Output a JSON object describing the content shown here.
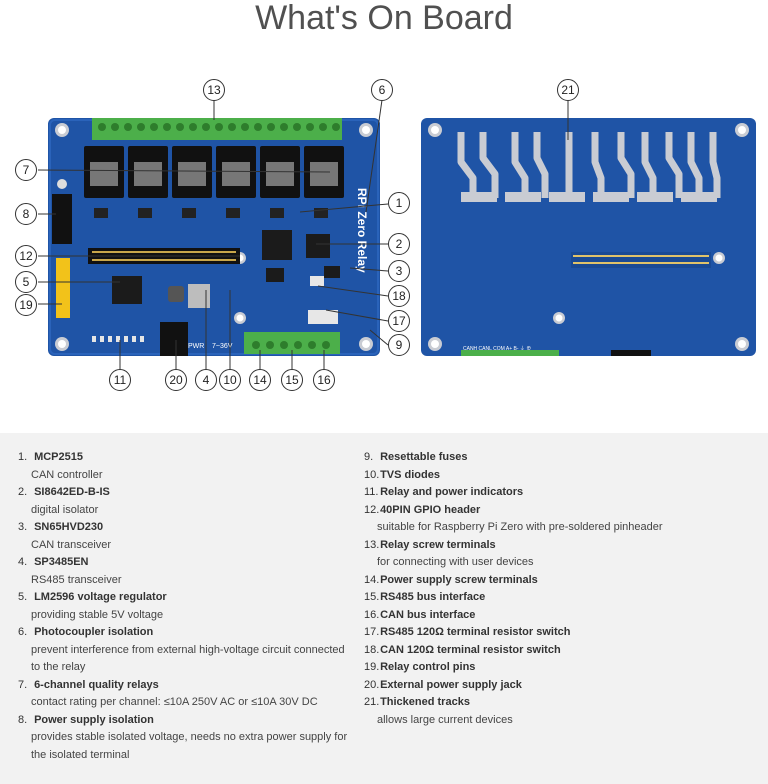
{
  "title": "What's On Board",
  "board_labels": {
    "rpi_zero_relay": "RPi Zero Relay",
    "pwr": "PWR",
    "voltage": "7~36V",
    "back_terminals": "CANH CANL COM A+ B- ⏚ ⊕"
  },
  "callouts": [
    "1",
    "2",
    "3",
    "4",
    "5",
    "6",
    "7",
    "8",
    "9",
    "10",
    "11",
    "12",
    "13",
    "14",
    "15",
    "16",
    "17",
    "18",
    "19",
    "20",
    "21"
  ],
  "left_items": [
    {
      "num": "1.",
      "title": "MCP2515",
      "lines": [
        "CAN controller"
      ]
    },
    {
      "num": "2.",
      "title": "SI8642ED-B-IS",
      "lines": [
        "digital isolator"
      ]
    },
    {
      "num": "3.",
      "title": "SN65HVD230",
      "lines": [
        "CAN transceiver"
      ]
    },
    {
      "num": "4.",
      "title": "SP3485EN",
      "lines": [
        "RS485 transceiver"
      ]
    },
    {
      "num": "5.",
      "title": "LM2596 voltage regulator",
      "lines": [
        "providing stable 5V voltage"
      ]
    },
    {
      "num": "6.",
      "title": "Photocoupler isolation",
      "lines": [
        "prevent interference from external high-voltage circuit connected",
        "to the relay"
      ]
    },
    {
      "num": "7.",
      "title": "6-channel quality relays",
      "lines": [
        "contact rating per channel: ≤10A 250V AC or ≤10A 30V DC"
      ]
    },
    {
      "num": "8.",
      "title": "Power supply isolation",
      "lines": [
        "provides stable isolated voltage, needs no extra power supply for",
        "the isolated terminal"
      ]
    }
  ],
  "right_items": [
    {
      "num": "9.",
      "title": "Resettable fuses",
      "lines": []
    },
    {
      "num": "10.",
      "title": "TVS diodes",
      "lines": []
    },
    {
      "num": "11.",
      "title": "Relay and power indicators",
      "lines": []
    },
    {
      "num": "12.",
      "title": "40PIN GPIO header",
      "lines": [
        "suitable for Raspberry Pi Zero with pre-soldered pinheader"
      ]
    },
    {
      "num": "13.",
      "title": "Relay screw terminals",
      "lines": [
        "for connecting with user devices"
      ]
    },
    {
      "num": "14.",
      "title": "Power supply screw terminals",
      "lines": []
    },
    {
      "num": "15.",
      "title": "RS485 bus interface",
      "lines": []
    },
    {
      "num": "16.",
      "title": "CAN bus interface",
      "lines": []
    },
    {
      "num": "17.",
      "title": "RS485 120Ω terminal resistor switch",
      "lines": []
    },
    {
      "num": "18.",
      "title": "CAN 120Ω terminal resistor switch",
      "lines": []
    },
    {
      "num": "19.",
      "title": "Relay control pins",
      "lines": []
    },
    {
      "num": "20.",
      "title": "External power supply jack",
      "lines": []
    },
    {
      "num": "21.",
      "title": "Thickened tracks",
      "lines": [
        "allows large current devices"
      ]
    }
  ]
}
